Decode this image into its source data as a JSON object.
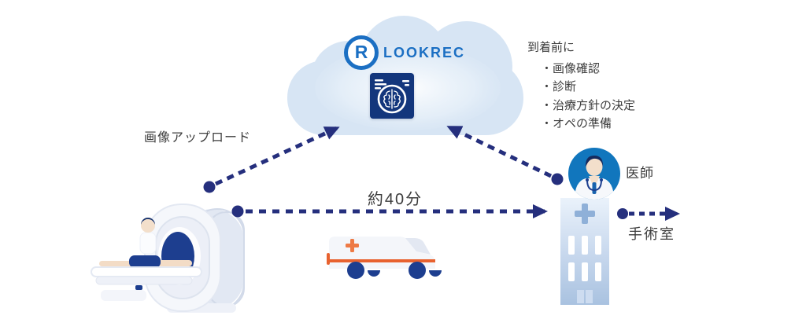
{
  "cloud": {
    "logo_text": "LOOKREC",
    "logo_monogram": "R"
  },
  "labels": {
    "upload": "画像アップロード",
    "transit_time": "約40分",
    "doctor": "医師",
    "operating_room": "手術室"
  },
  "before_arrival": {
    "title": "到着前に",
    "items": [
      "・画像確認",
      "・診断",
      "・治療方針の決定",
      "・オペの準備"
    ]
  },
  "colors": {
    "arrow_navy": "#252f7d",
    "logo_blue": "#1b6fc3",
    "viewer_icon_navy": "#13367c",
    "deep_navy": "#1d3e8f",
    "doctor_circle_blue": "#1176bd",
    "cloud_blue": "#d7e5f4",
    "hospital_blue": "#a9c2e0",
    "ambulance_orange": "#e8622f",
    "text_gray": "#3c3c3c"
  }
}
